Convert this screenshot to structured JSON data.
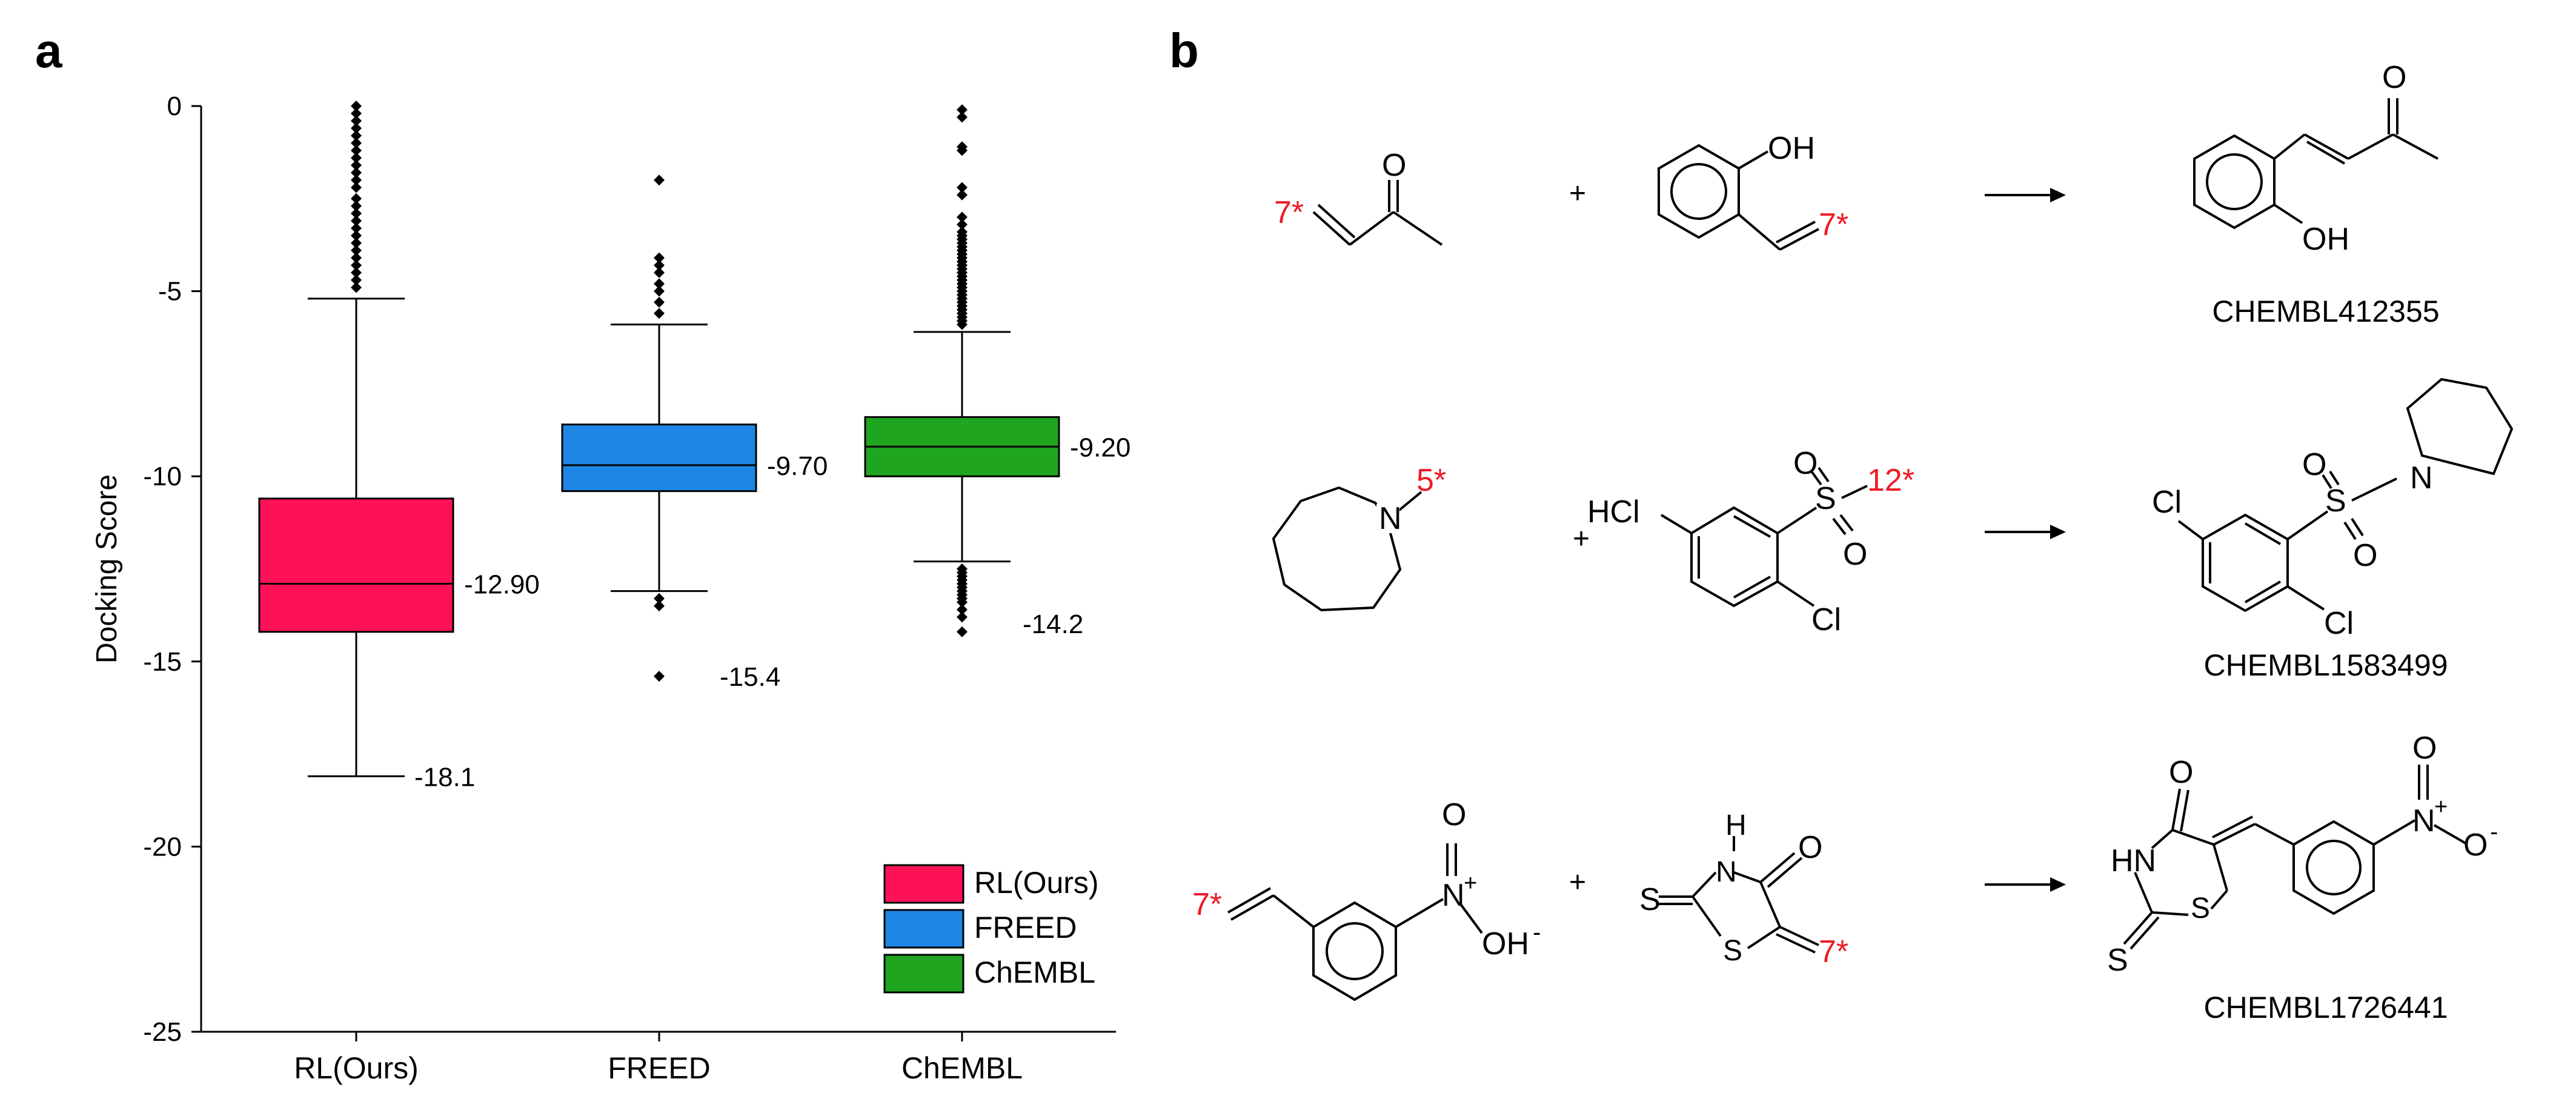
{
  "panels": {
    "a": "a",
    "b": "b"
  },
  "chart_data": {
    "type": "box",
    "title": "",
    "xlabel": "",
    "ylabel": "Docking Score",
    "ylim": [
      -25,
      0
    ],
    "yticks": [
      0,
      -5,
      -10,
      -15,
      -20,
      -25
    ],
    "ytick_labels": [
      "0",
      "-5",
      "-10",
      "-15",
      "-20",
      "-25"
    ],
    "categories": [
      "RL(Ours)",
      "FREED",
      "ChEMBL"
    ],
    "legend": {
      "placement": "bottom-right",
      "entries": [
        "RL(Ours)",
        "FREED",
        "ChEMBL"
      ]
    },
    "series": [
      {
        "name": "RL(Ours)",
        "color": "#FF1157",
        "q1": -14.2,
        "median": -12.9,
        "q3": -10.6,
        "whisker_low": -18.1,
        "whisker_high": -5.2,
        "median_label": "-12.90",
        "min_label": "-18.1",
        "outliers_high": [
          0,
          -0.2,
          -0.4,
          -0.6,
          -0.8,
          -1.0,
          -1.2,
          -1.4,
          -1.6,
          -1.8,
          -2.0,
          -2.2,
          -2.5,
          -2.7,
          -2.9,
          -3.1,
          -3.3,
          -3.5,
          -3.7,
          -3.9,
          -4.1,
          -4.3,
          -4.5,
          -4.7,
          -4.9
        ],
        "outliers_low": []
      },
      {
        "name": "FREED",
        "color": "#1E87E5",
        "q1": -10.4,
        "median": -9.7,
        "q3": -8.6,
        "whisker_low": -13.1,
        "whisker_high": -5.9,
        "median_label": "-9.70",
        "min_label": "-15.4",
        "outliers_high": [
          -2.0,
          -4.1,
          -4.3,
          -4.5,
          -4.8,
          -5.0,
          -5.3,
          -5.6
        ],
        "outliers_low": [
          -13.3,
          -13.5,
          -15.4
        ]
      },
      {
        "name": "ChEMBL",
        "color": "#1FA51F",
        "q1": -10.0,
        "median": -9.2,
        "q3": -8.4,
        "whisker_low": -12.3,
        "whisker_high": -6.1,
        "median_label": "-9.20",
        "min_label": "-14.2",
        "outliers_high": [
          -0.1,
          -0.3,
          -1.1,
          -1.2,
          -2.2,
          -2.4,
          -3.0,
          -3.2,
          -3.4,
          -3.5,
          -3.6,
          -3.7,
          -3.8,
          -3.9,
          -4.0,
          -4.1,
          -4.2,
          -4.3,
          -4.4,
          -4.5,
          -4.6,
          -4.7,
          -4.8,
          -4.9,
          -5.0,
          -5.1,
          -5.2,
          -5.3,
          -5.4,
          -5.5,
          -5.6,
          -5.7,
          -5.8,
          -5.9
        ],
        "outliers_low": [
          -12.5,
          -12.6,
          -12.7,
          -12.8,
          -12.9,
          -13.0,
          -13.1,
          -13.2,
          -13.3,
          -13.4,
          -13.6,
          -13.8,
          -14.2
        ]
      }
    ]
  },
  "reactions": {
    "row1": {
      "reactant1": {
        "o": "O",
        "star": "7*"
      },
      "plus": "+",
      "reactant2": {
        "oh": "OH",
        "star": "7*"
      },
      "product": {
        "o": "O",
        "oh": "OH"
      },
      "product_id": "CHEMBL412355"
    },
    "row2": {
      "reactant1": {
        "n": "N",
        "star": "5*"
      },
      "plus": "+",
      "reactant2": {
        "hcl": "HCl",
        "s": "S",
        "o1": "O",
        "o2": "O",
        "cl": "Cl",
        "star": "12*"
      },
      "product": {
        "cl1": "Cl",
        "s": "S",
        "o1": "O",
        "o2": "O",
        "n": "N",
        "cl2": "Cl"
      },
      "product_id": "CHEMBL1583499"
    },
    "row3": {
      "reactant1": {
        "star": "7*",
        "n": "N",
        "plus": "+",
        "o": "O",
        "oh": "OH",
        "minus": "-"
      },
      "plus": "+",
      "reactant2": {
        "h": "H",
        "n": "N",
        "o": "O",
        "s_ring": "S",
        "s_thione": "S",
        "star": "7*"
      },
      "product": {
        "o": "O",
        "hn": "HN",
        "s_ring": "S",
        "s_thione": "S",
        "n": "N",
        "plus": "+",
        "o1": "O",
        "o2": "O",
        "minus": "-"
      },
      "product_id": "CHEMBL1726441"
    }
  }
}
